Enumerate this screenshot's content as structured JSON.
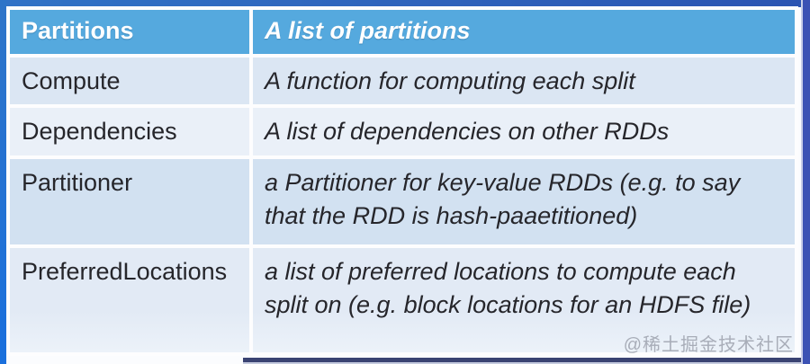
{
  "table": {
    "columns": [
      "property",
      "description"
    ],
    "header": {
      "property": "Partitions",
      "description": "A list of partitions"
    },
    "rows": [
      {
        "property": "Compute",
        "description": "A function for computing each split"
      },
      {
        "property": "Dependencies",
        "description": "A list of dependencies on other RDDs"
      },
      {
        "property": "Partitioner",
        "description": "a Partitioner for key-value RDDs (e.g. to say that the RDD is hash-paaetitioned)"
      },
      {
        "property": "PreferredLocations",
        "description": "a list of preferred locations to compute each split on (e.g. block locations for an HDFS file)"
      }
    ]
  },
  "watermark": {
    "text": "@稀土掘金技术社区"
  },
  "colors": {
    "header_bg": "#55a9de",
    "header_text": "#ffffff",
    "row_bg_1": "#dbe6f3",
    "row_bg_2": "#eaf0f8",
    "row_bg_3": "#d2e1f1",
    "row_bg_4": "#e2eaf5",
    "body_text": "#26262b",
    "frame_top": "#2f6cc2",
    "frame_left": "#2374cf",
    "frame_right": "#3c52b4",
    "frame_right_inner_line": "#c9cee8",
    "bottom_strip": "#3a4372",
    "watermark_text": "#a8adb8"
  }
}
